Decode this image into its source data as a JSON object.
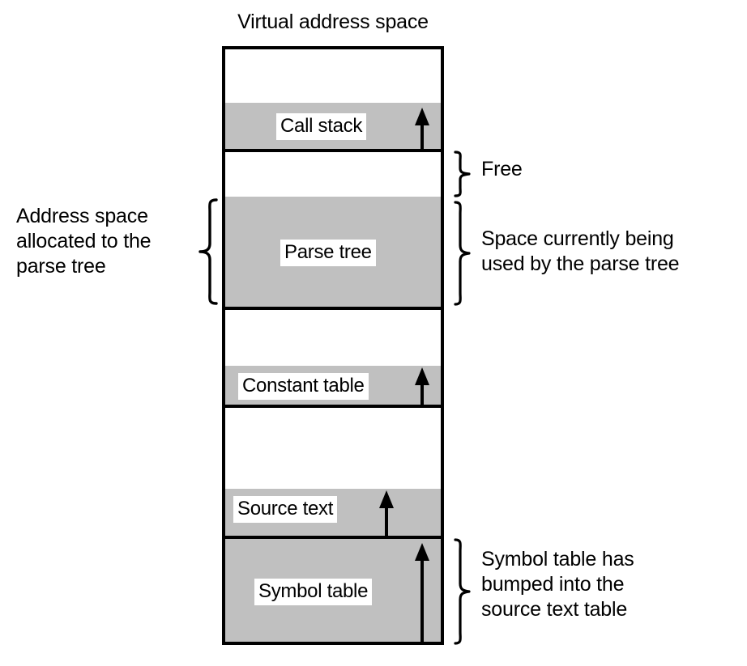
{
  "diagram": {
    "title": "Virtual address space",
    "regions": [
      {
        "id": "top-free",
        "kind": "free",
        "label": ""
      },
      {
        "id": "call-stack",
        "kind": "filled",
        "label": "Call stack",
        "grows": "up"
      },
      {
        "id": "free-gap-1",
        "kind": "free",
        "label": ""
      },
      {
        "id": "parse-tree",
        "kind": "filled",
        "label": "Parse tree"
      },
      {
        "id": "free-gap-2",
        "kind": "free",
        "label": ""
      },
      {
        "id": "constant-table",
        "kind": "filled",
        "label": "Constant table",
        "grows": "up"
      },
      {
        "id": "free-gap-3",
        "kind": "free",
        "label": ""
      },
      {
        "id": "source-text",
        "kind": "filled",
        "label": "Source text",
        "grows": "up"
      },
      {
        "id": "symbol-table",
        "kind": "filled",
        "label": "Symbol table",
        "grows": "up"
      }
    ],
    "annotations": {
      "left_parse_tree": "Address space\nallocated to the\nparse tree",
      "free": "Free",
      "in_use_parse_tree": "Space currently being\nused by the parse tree",
      "symbol_table_collision": "Symbol table has\nbumped into the\nsource text table"
    },
    "colors": {
      "filled": "#c0c0c0",
      "free": "#ffffff",
      "stroke": "#000000",
      "background": "#ffffff"
    }
  }
}
